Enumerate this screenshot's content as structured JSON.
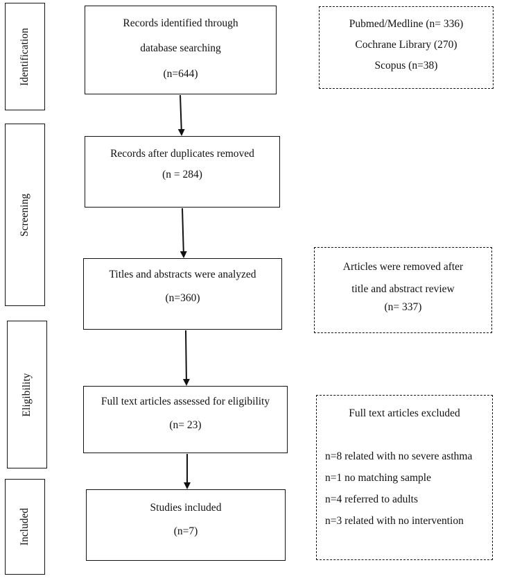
{
  "stages": {
    "identification": "Identification",
    "screening": "Screening",
    "eligibility": "Eligibility",
    "included": "Included"
  },
  "boxes": {
    "identified": {
      "line1": "Records identified through",
      "line2": "database searching",
      "count": "(n=644)"
    },
    "sources": {
      "line1": "Pubmed/Medline (n= 336)",
      "line2": "Cochrane Library (270)",
      "line3": "Scopus (n=38)"
    },
    "duplicates": {
      "line1": "Records after duplicates removed",
      "count": "(n = 284)"
    },
    "titles": {
      "line1": "Titles and abstracts were analyzed",
      "count": "(n=360)"
    },
    "removed": {
      "line1": "Articles were removed after",
      "line2": "title and abstract review",
      "count": "(n= 337)"
    },
    "fulltext": {
      "line1": "Full text articles assessed for eligibility",
      "count": "(n= 23)"
    },
    "excluded": {
      "title": "Full text articles excluded",
      "reasons": [
        "n=8 related with no severe asthma",
        "n=1 no matching sample",
        "n=4 referred to adults",
        "n=3 related with no intervention"
      ]
    },
    "included": {
      "line1": "Studies included",
      "count": "(n=7)"
    }
  }
}
